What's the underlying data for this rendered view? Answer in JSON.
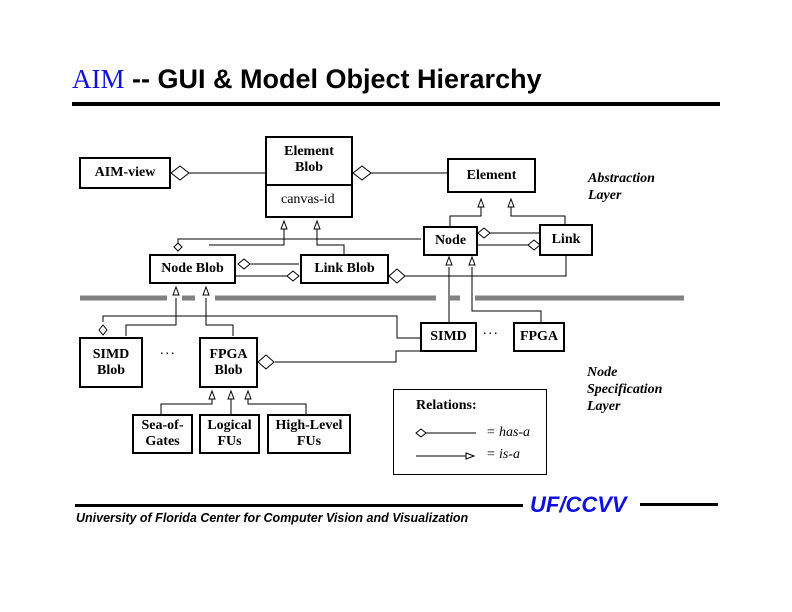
{
  "title": {
    "prefix": "AIM",
    "text": "-- GUI & Model Object Hierarchy"
  },
  "nodes": {
    "aim_view": "AIM-view",
    "element_blob": {
      "name": "Element\nBlob",
      "attribute": "canvas-id"
    },
    "element": "Element",
    "node": "Node",
    "link": "Link",
    "node_blob": "Node Blob",
    "link_blob": "Link Blob",
    "simd": "SIMD",
    "fpga": "FPGA",
    "simd_blob": "SIMD\nBlob",
    "fpga_blob": "FPGA\nBlob",
    "sea_of_gates": "Sea-of-\nGates",
    "logical_fus": "Logical\nFUs",
    "high_level_fus": "High-Level\nFUs"
  },
  "ellipsis": "...",
  "layers": {
    "abstraction": "Abstraction\nLayer",
    "node_specification": "Node\nSpecification\nLayer"
  },
  "legend": {
    "title": "Relations:",
    "has_a": "= has-a",
    "is_a": "= is-a"
  },
  "colors": {
    "accent": "#1010e0",
    "separator": "#808080"
  },
  "footer": {
    "organization": "University of Florida Center for Computer Vision and Visualization",
    "brand": "UF/CCVV"
  }
}
